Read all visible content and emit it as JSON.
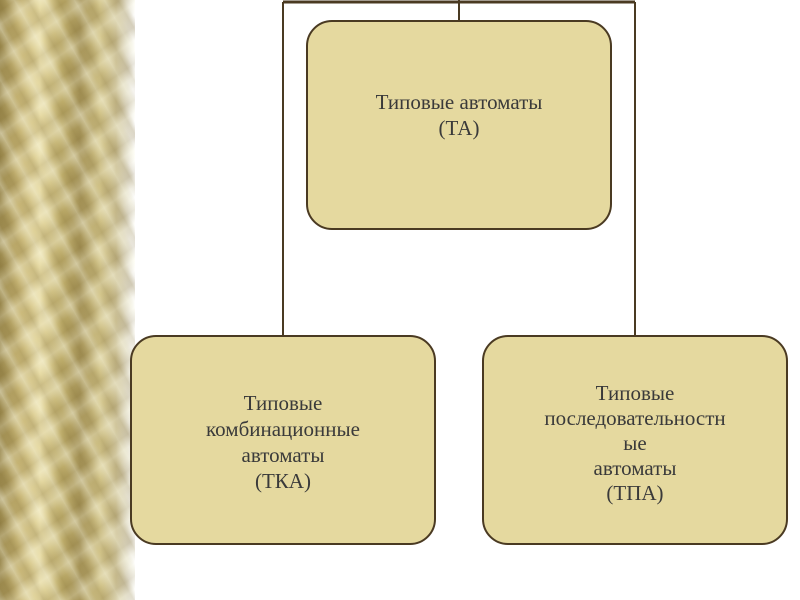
{
  "nodes": {
    "root": "Типовые автоматы\n(ТА)",
    "left": "Типовые\nкомбинационные\nавтоматы\n(ТКА)",
    "right": "Типовые\nпоследовательностн\nые\nавтоматы\n(ТПА)"
  },
  "colors": {
    "box_fill": "#e5d99f",
    "box_border": "#4a3a22",
    "connector": "#4a3a22",
    "text": "#3a3a3a"
  }
}
